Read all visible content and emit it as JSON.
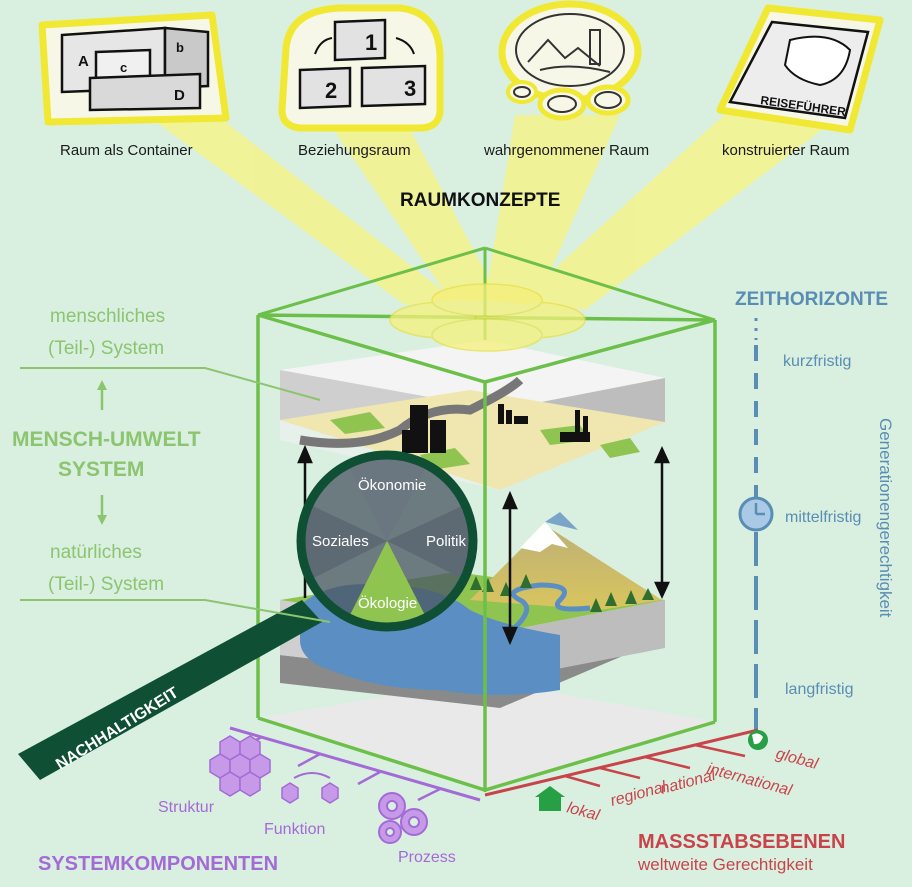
{
  "raumkonzepte": {
    "heading": "RAUMKONZEPTE",
    "concepts": [
      {
        "label": "Raum als Container",
        "icon": "container-blocks-icon",
        "letters": [
          "A",
          "b",
          "c",
          "D"
        ]
      },
      {
        "label": "Beziehungsraum",
        "icon": "relation-blocks-icon",
        "numbers": [
          "1",
          "2",
          "3"
        ]
      },
      {
        "label": "wahrgenommener Raum",
        "icon": "thought-bubble-icon"
      },
      {
        "label": "konstruierter Raum",
        "icon": "travel-guide-map-icon",
        "book_label": "REISEFÜHRER"
      }
    ]
  },
  "mensch_umwelt": {
    "top": [
      "menschliches",
      "(Teil-) System"
    ],
    "center": [
      "MENSCH-UMWELT",
      "SYSTEM"
    ],
    "bottom": [
      "natürliches",
      "(Teil-) System"
    ]
  },
  "nachhaltigkeit": {
    "handle_label": "NACHHALTIGKEIT",
    "quadrants": [
      "Ökonomie",
      "Soziales",
      "Politik",
      "Ökologie"
    ]
  },
  "zeithorizonte": {
    "heading": "ZEITHORIZONTE",
    "levels": [
      "kurzfristig",
      "mittelfristig",
      "langfristig"
    ],
    "side_label": "Generationengerechtigkeit"
  },
  "massstabsebenen": {
    "levels": [
      "lokal",
      "regional",
      "national",
      "international",
      "global"
    ],
    "heading": "MASSSTABSEBENEN",
    "subheading": "weltweite Gerechtigkeit"
  },
  "systemkomponenten": {
    "heading": "SYSTEMKOMPONENTEN",
    "items": [
      "Struktur",
      "Funktion",
      "Prozess"
    ]
  },
  "colors": {
    "background": "#d9f0e1",
    "green": "#8cc46f",
    "cube_green": "#6cc04a",
    "blue": "#5a8db3",
    "red": "#c9444a",
    "purple": "#a46ad6",
    "yellow": "#f3ee3a",
    "magnifier": "#0f4f34"
  }
}
